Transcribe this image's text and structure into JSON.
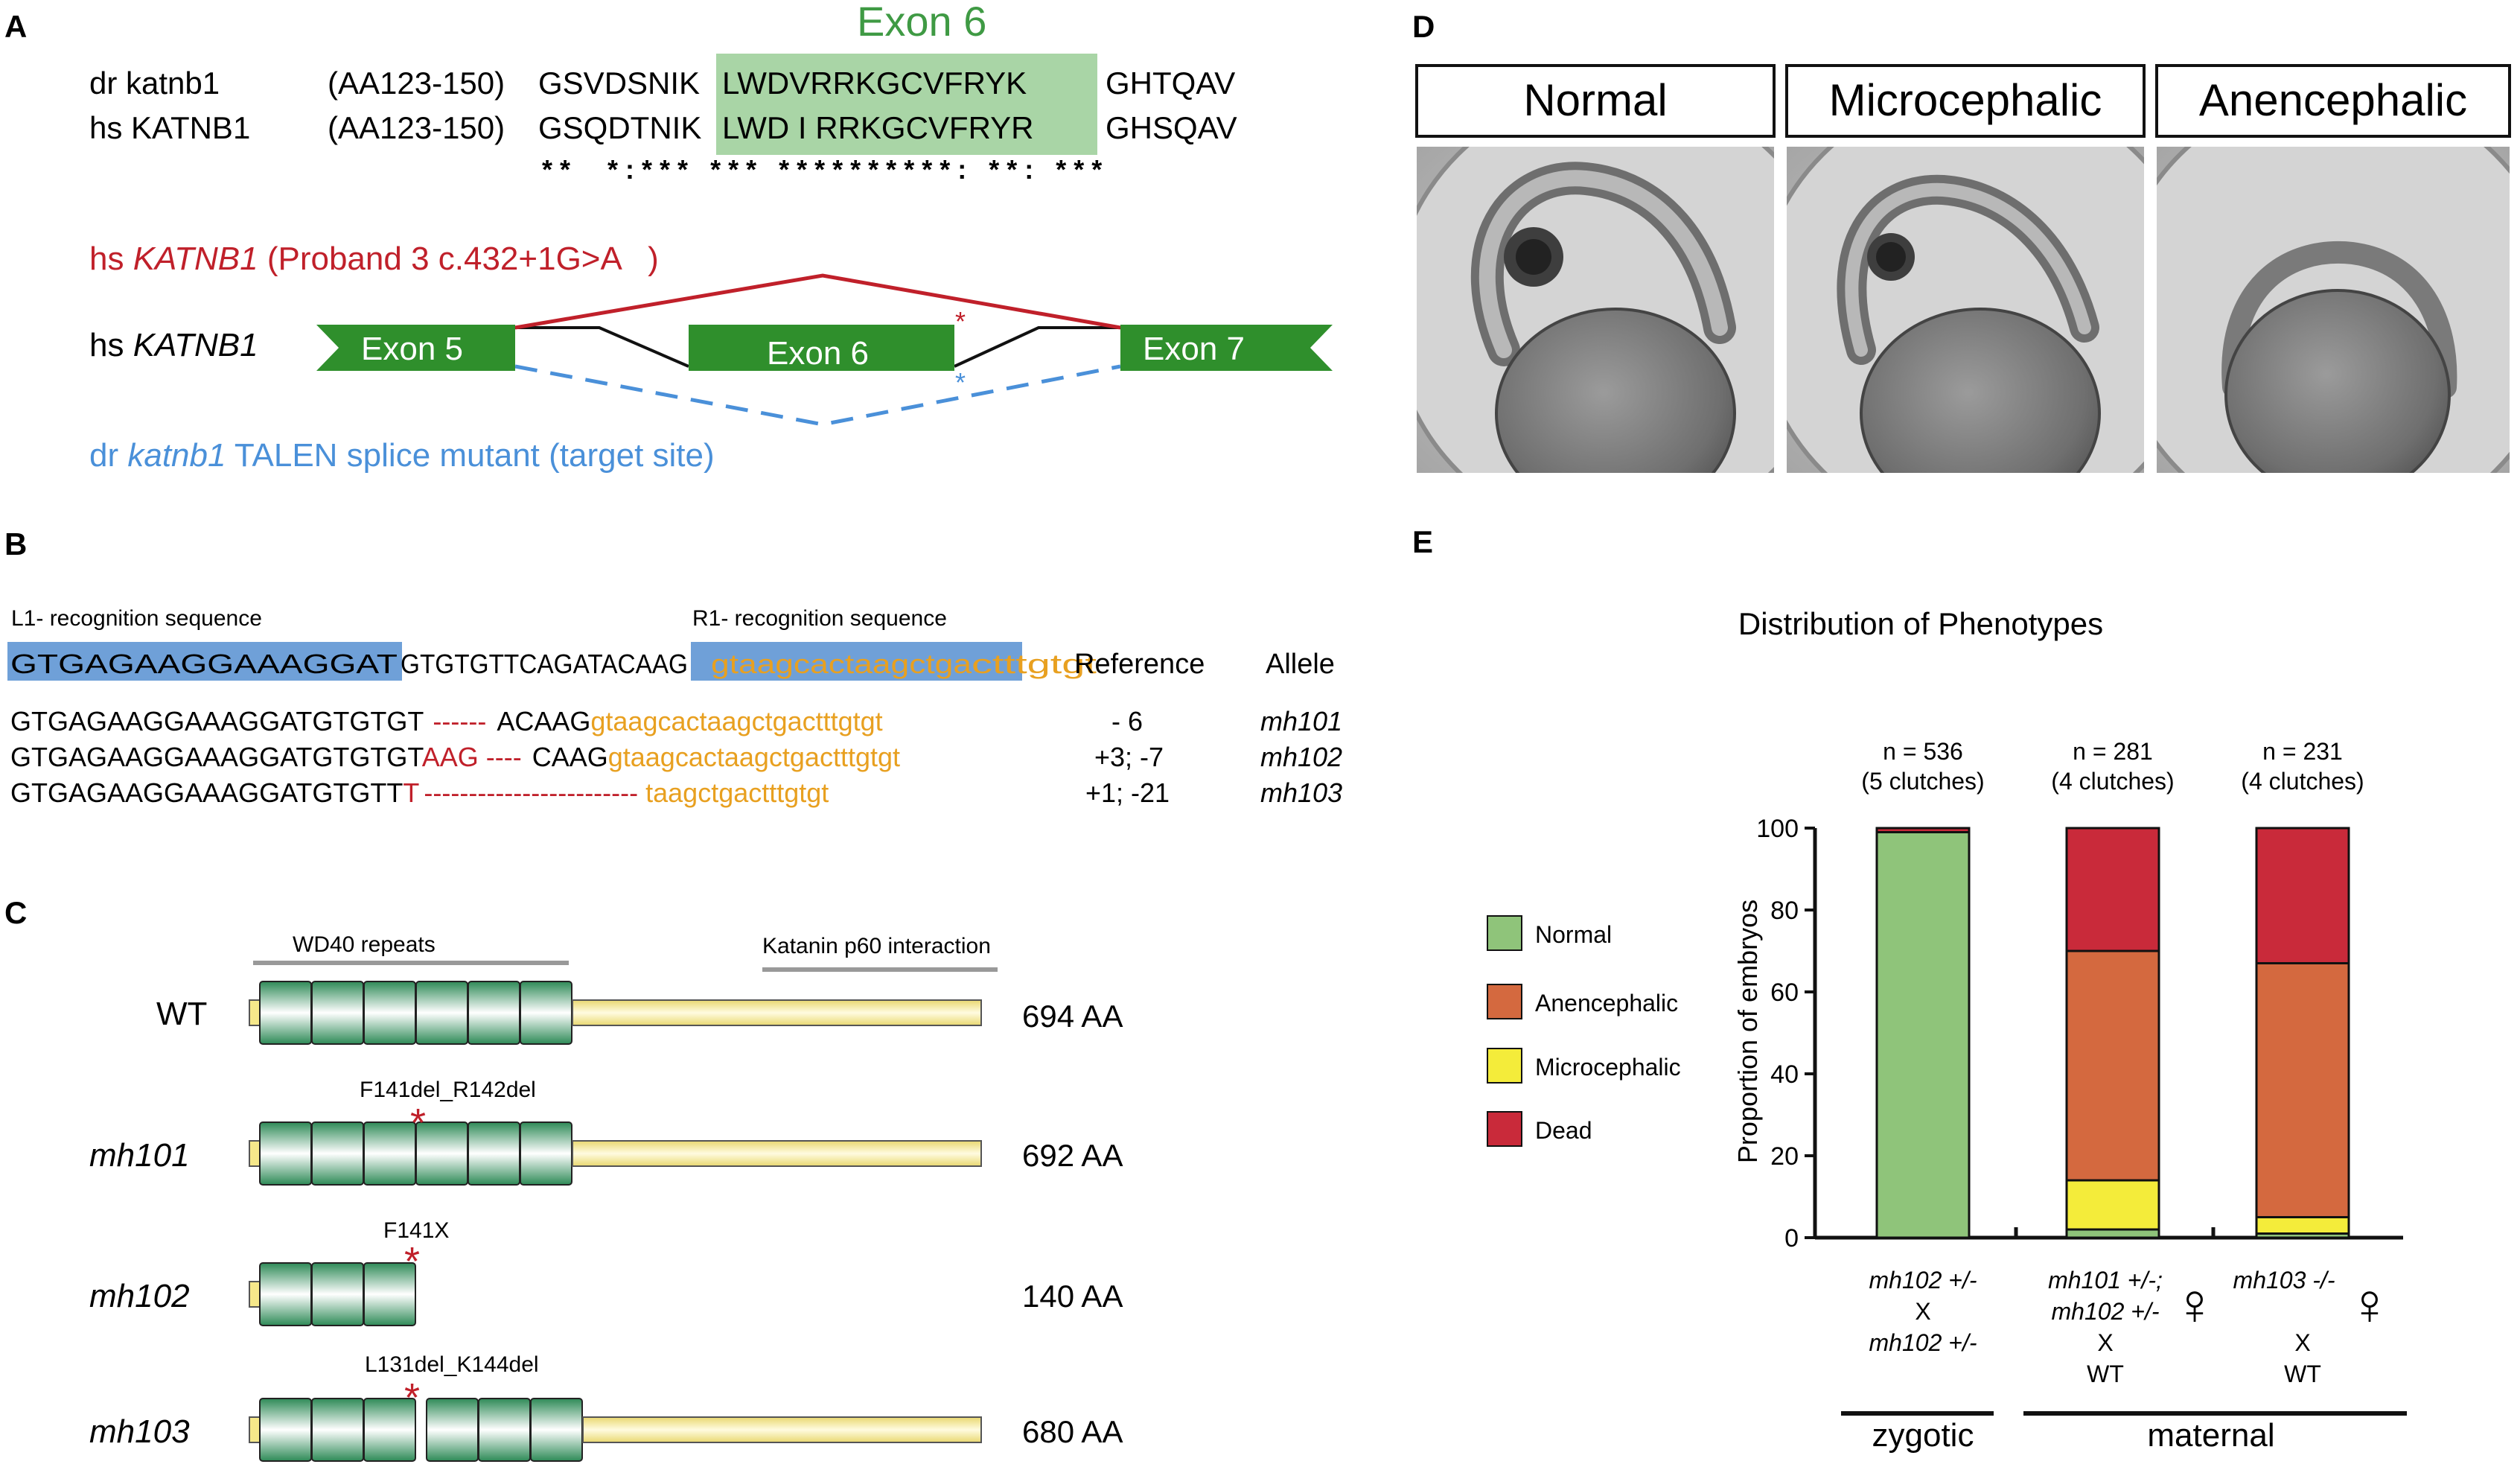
{
  "panelA": {
    "letter": "A",
    "exon6_title": "Exon 6",
    "row1": {
      "label": "dr  katnb1",
      "range": "(AA123-150)",
      "pre": "GSVDSNIK",
      "exon": "LWDVRRKGCVFRYK",
      "post": "GHTQAV"
    },
    "row2": {
      "label": "hs KATNB1",
      "range": "(AA123-150)",
      "pre": "GSQDTNIK",
      "exon": "LWD I RRKGCVFRYR",
      "post": "GHSQAV"
    },
    "conservation": "* *     * : * * *   * * *   * * * * * * * * * * :   * * :   * * *",
    "proband_prefix": "hs ",
    "proband_gene": "KATNB1",
    "proband_suffix": " (Proband 3 c.432+1G>A   )",
    "gene_prefix": "hs ",
    "gene_name": "KATNB1",
    "exon5": "Exon 5",
    "exon6": "Exon 6",
    "exon7": "Exon 7",
    "talen_prefix": "dr ",
    "talen_gene": "katnb1",
    "talen_suffix": " TALEN splice mutant (target site)"
  },
  "panelB": {
    "letter": "B",
    "l1_label": "L1- recognition sequence",
    "r1_label": "R1- recognition sequence",
    "ref_l1": "GTGAGAAGGAAAGGAT",
    "ref_mid": "GTGTGTTCAGATACAAG",
    "ref_r1": "gtaagcactaagctga",
    "ref_tail": "ctttgtgt",
    "col_reference": "Reference",
    "col_allele": "Allele",
    "rows": [
      {
        "black1": "GTGAGAAGGAAAGGATGTGTGT",
        "red": "",
        "dash": "------",
        "black2": "ACAAG",
        "orange": "gtaagcactaagctgactttgtgt",
        "change": "- 6",
        "allele": "mh101"
      },
      {
        "black1": "GTGAGAAGGAAAGGATGTGTGT",
        "red": "AAG",
        "dash": "----",
        "black2": "CAAG",
        "orange": "gtaagcactaagctgactttgtgt",
        "change": "+3; -7",
        "allele": "mh102"
      },
      {
        "black1": "GTGAGAAGGAAAGGATGTGTT",
        "red": "T",
        "dash": "------------------------",
        "black2": "",
        "orange": "taagctgactttgtgt",
        "change": "+1; -21",
        "allele": "mh103"
      }
    ]
  },
  "panelC": {
    "letter": "C",
    "wd40_label": "WD40 repeats",
    "katanin_label": "Katanin p60 interaction",
    "rows": [
      {
        "name": "WT",
        "annotation": "",
        "length": "694 AA"
      },
      {
        "name": "mh101",
        "annotation": "F141del_R142del",
        "length": "692 AA"
      },
      {
        "name": "mh102",
        "annotation": "F141X",
        "length": "140 AA"
      },
      {
        "name": "mh103",
        "annotation": "L131del_K144del",
        "length": "680 AA"
      }
    ]
  },
  "panelD": {
    "letter": "D",
    "labels": [
      "Normal",
      "Microcephalic",
      "Anencephalic"
    ]
  },
  "panelE": {
    "letter": "E",
    "legend": [
      {
        "label": "Normal",
        "color": "#8fc47a"
      },
      {
        "label": "Anencephalic",
        "color": "#d4693f"
      },
      {
        "label": "Microcephalic",
        "color": "#f4ec3a"
      },
      {
        "label": "Dead",
        "color": "#c92a3a"
      }
    ],
    "n_labels": [
      {
        "n": "n = 536",
        "clutches": "(5 clutches)"
      },
      {
        "n": "n = 281",
        "clutches": "(4 clutches)"
      },
      {
        "n": "n = 231",
        "clutches": "(4 clutches)"
      }
    ],
    "crosses": [
      {
        "lines": [
          "mh102 +/-",
          "X",
          "mh102 +/-"
        ],
        "female": ""
      },
      {
        "lines": [
          "mh101 +/-;",
          "mh102 +/-",
          "X",
          "WT"
        ],
        "female": "♀"
      },
      {
        "lines": [
          "mh103 -/-",
          "",
          "X",
          "WT"
        ],
        "female": "♀"
      }
    ],
    "group_zygotic": "zygotic",
    "group_maternal": "maternal"
  },
  "chart_data": {
    "type": "bar",
    "stacked": true,
    "title": "Distribution of Phenotypes",
    "xlabel": "",
    "ylabel": "Proportion of embryos",
    "ylim": [
      0,
      100
    ],
    "yticks": [
      0,
      20,
      40,
      60,
      80,
      100
    ],
    "categories": [
      "mh102 +/- X mh102 +/-",
      "mh101 +/-; mh102 +/- ♀ X WT",
      "mh103 -/- ♀ X WT"
    ],
    "series": [
      {
        "name": "Normal",
        "color": "#8fc47a",
        "values": [
          99,
          2,
          1
        ]
      },
      {
        "name": "Microcephalic",
        "color": "#f4ec3a",
        "values": [
          0,
          12,
          4
        ]
      },
      {
        "name": "Anencephalic",
        "color": "#d4693f",
        "values": [
          0,
          56,
          62
        ]
      },
      {
        "name": "Dead",
        "color": "#c92a3a",
        "values": [
          1,
          30,
          33
        ]
      }
    ],
    "legend_position": "left"
  }
}
